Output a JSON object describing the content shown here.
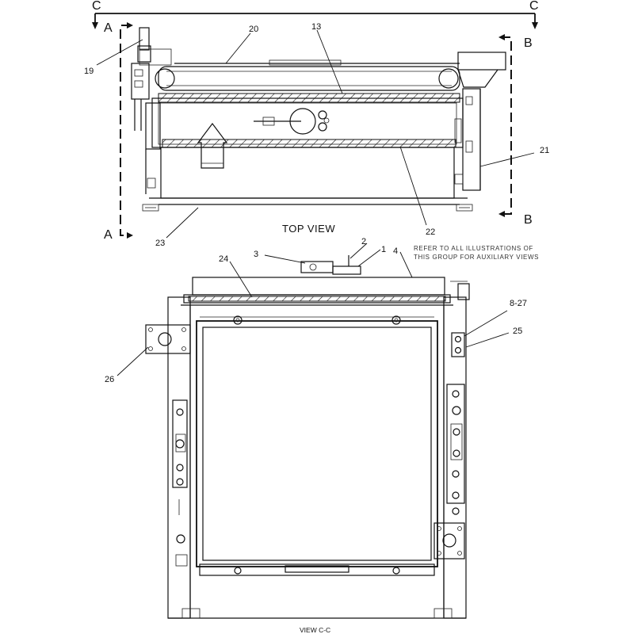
{
  "section_markers": {
    "c": "C",
    "a": "A",
    "b": "B"
  },
  "views": {
    "top": "TOP VIEW",
    "view_cc": "VIEW C-C"
  },
  "note": {
    "line1": "REFER TO ALL ILLUSTRATIONS OF",
    "line2": "THIS GROUP FOR AUXILIARY VIEWS"
  },
  "callouts": {
    "c1": "1",
    "c2": "2",
    "c3": "3",
    "c4": "4",
    "c13": "13",
    "c19": "19",
    "c20": "20",
    "c21": "21",
    "c22": "22",
    "c23": "23",
    "c24": "24",
    "c25": "25",
    "c26": "26",
    "c8_27": "8-27"
  }
}
